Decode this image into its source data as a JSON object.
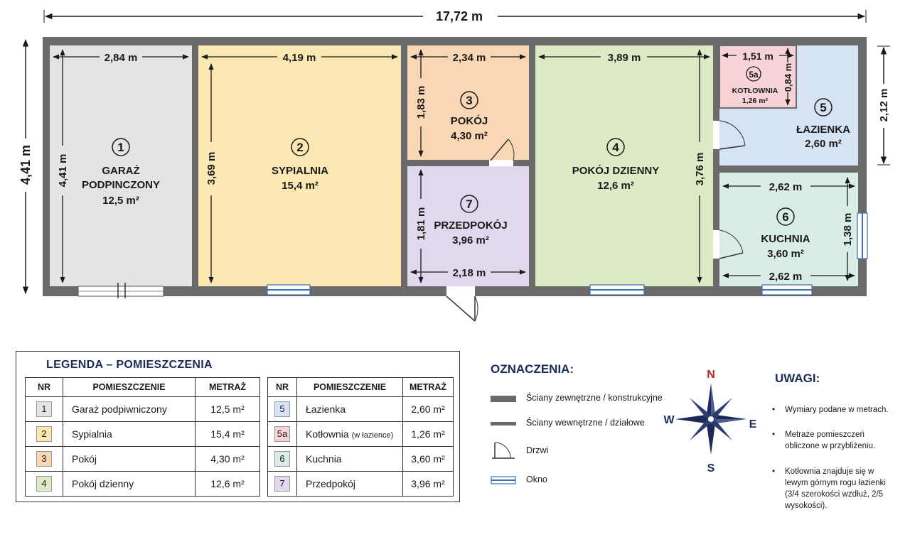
{
  "dims": {
    "total_width": "17,72 m",
    "total_height": "4,41 m",
    "right_top": "2,12 m",
    "right_mid": "1,38 m",
    "garaz_w": "2,84 m",
    "garaz_h": "4,41 m",
    "sypialnia_w": "4,19 m",
    "sypialnia_h": "3,69 m",
    "pokoj_w": "2,34 m",
    "pokoj_h": "1,83 m",
    "przedpokoj_w": "2,18 m",
    "przedpokoj_h": "1,81 m",
    "dzienny_w": "3,89 m",
    "dzienny_h": "3,76 m",
    "kotlownia_w": "1,51 m",
    "kotlownia_h": "0,84 m",
    "kuchnia_w_top": "2,62 m",
    "kuchnia_w_bottom": "2,62 m"
  },
  "rooms": {
    "r1": {
      "num": "1",
      "name1": "GARAŻ",
      "name2": "PODPINCZONY",
      "area": "12,5 m²"
    },
    "r2": {
      "num": "2",
      "name1": "SYPIALNIA",
      "area": "15,4 m²"
    },
    "r3": {
      "num": "3",
      "name1": "POKÓJ",
      "area": "4,30 m²"
    },
    "r4": {
      "num": "4",
      "name1": "POKÓJ DZIENNY",
      "area": "12,6 m²"
    },
    "r5": {
      "num": "5",
      "name1": "ŁAZIENKA",
      "area": "2,60 m²"
    },
    "r5a": {
      "num": "5a",
      "name1": "KOTŁOWNIA",
      "area": "1,26 m²"
    },
    "r6": {
      "num": "6",
      "name1": "KUCHNIA",
      "area": "3,60 m²"
    },
    "r7": {
      "num": "7",
      "name1": "PRZEDPOKÓJ",
      "area": "3,96 m²"
    }
  },
  "colors": {
    "r1": "#e4e4e4",
    "r2": "#fbe8b2",
    "r3": "#f9d7b4",
    "r4": "#dcebc6",
    "r5": "#d6e3f4",
    "r5a": "#f7d3d6",
    "r6": "#d9ece6",
    "r7": "#e1d8ee",
    "wall": "#6a6a6a",
    "window": "#3b6fb5",
    "accent": "#1b2a57",
    "north": "#cc1f1f"
  },
  "legend": {
    "title": "LEGENDA – POMIESZCZENIA",
    "headers": {
      "nr": "NR",
      "name": "POMIESZCZENIE",
      "area": "METRAŻ"
    },
    "left": [
      {
        "nr": "1",
        "name": "Garaż podpiwniczony",
        "area": "12,5 m²"
      },
      {
        "nr": "2",
        "name": "Sypialnia",
        "area": "15,4 m²"
      },
      {
        "nr": "3",
        "name": "Pokój",
        "area": "4,30 m²"
      },
      {
        "nr": "4",
        "name": "Pokój dzienny",
        "area": "12,6 m²"
      }
    ],
    "right": [
      {
        "nr": "5",
        "name": "Łazienka",
        "note": "",
        "area": "2,60 m²"
      },
      {
        "nr": "5a",
        "name": "Kotłownia",
        "note": "(w łazience)",
        "area": "1,26 m²"
      },
      {
        "nr": "6",
        "name": "Kuchnia",
        "note": "",
        "area": "3,60 m²"
      },
      {
        "nr": "7",
        "name": "Przedpokój",
        "note": "",
        "area": "3,96 m²"
      }
    ]
  },
  "oznaczenia": {
    "title": "OZNACZENIA:",
    "outer_wall": "Ściany zewnętrzne / konstrukcyjne",
    "inner_wall": "Ściany wewnętrzne / działowe",
    "door": "Drzwi",
    "window": "Okno"
  },
  "compass": {
    "n": "N",
    "s": "S",
    "e": "E",
    "w": "W"
  },
  "uwagi": {
    "title": "UWAGI:",
    "bullet": "•",
    "notes": [
      "Wymiary podane w metrach.",
      "Metraże pomieszczeń obliczone w przybliżeniu.",
      "Kotłownia znajduje się w lewym górnym rogu łazienki (3/4 szerokości wzdłuż, 2/5 wysokości)."
    ]
  }
}
